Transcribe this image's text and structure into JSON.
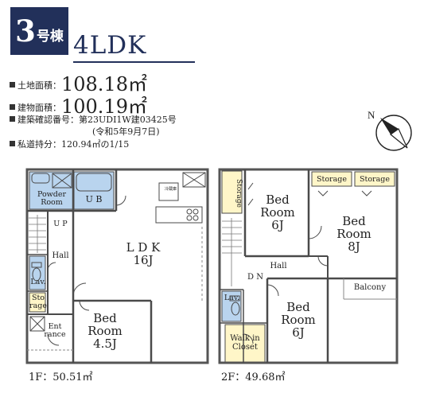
{
  "header": {
    "building_number": "3",
    "building_suffix": "号棟",
    "layout_type": "4LDK"
  },
  "specs": {
    "land_area_label": "土地面積：",
    "land_area_value": "108.18㎡",
    "building_area_label": "建物面積：",
    "building_area_value": "100.19㎡",
    "confirmation_label": "建築確認番号：",
    "confirmation_value": "第23UDI1W建03425号",
    "confirmation_date": "(令和5年9月7日)",
    "private_road_label": "私道持分：",
    "private_road_value": "120.94㎡の1/15"
  },
  "compass": {
    "label": "N"
  },
  "floor1": {
    "area_label": "1F：50.51㎡",
    "rooms": {
      "powder_room_1": "Powder",
      "powder_room_2": "Room",
      "ub": "U B",
      "up": "U P",
      "hall": "Hall",
      "ldk_1": "L D K",
      "ldk_2": "16J",
      "lav": "Lav.",
      "storage_1": "Sto",
      "storage_2": "rage",
      "entrance_1": "Ent",
      "entrance_2": "rance",
      "bed_1": "Bed",
      "bed_2": "Room",
      "bed_3": "4.5J",
      "kitchen_tag": "冷蔵庫"
    },
    "colors": {
      "wet_area": "#b9d4ee",
      "storage": "#fff6c8"
    }
  },
  "floor2": {
    "area_label": "2F：49.68㎡",
    "rooms": {
      "storage_left": "Storage",
      "bed_a_1": "Bed",
      "bed_a_2": "Room",
      "bed_a_3": "6J",
      "storage_1": "Storage",
      "storage_2": "Storage",
      "bed_b_1": "Bed",
      "bed_b_2": "Room",
      "bed_b_3": "8J",
      "hall": "Hall",
      "dn": "D N",
      "balcony": "Balcony",
      "lav": "Lav.",
      "bed_c_1": "Bed",
      "bed_c_2": "Room",
      "bed_c_3": "6J",
      "wic_1": "Walk  in",
      "wic_2": "Closet"
    }
  }
}
